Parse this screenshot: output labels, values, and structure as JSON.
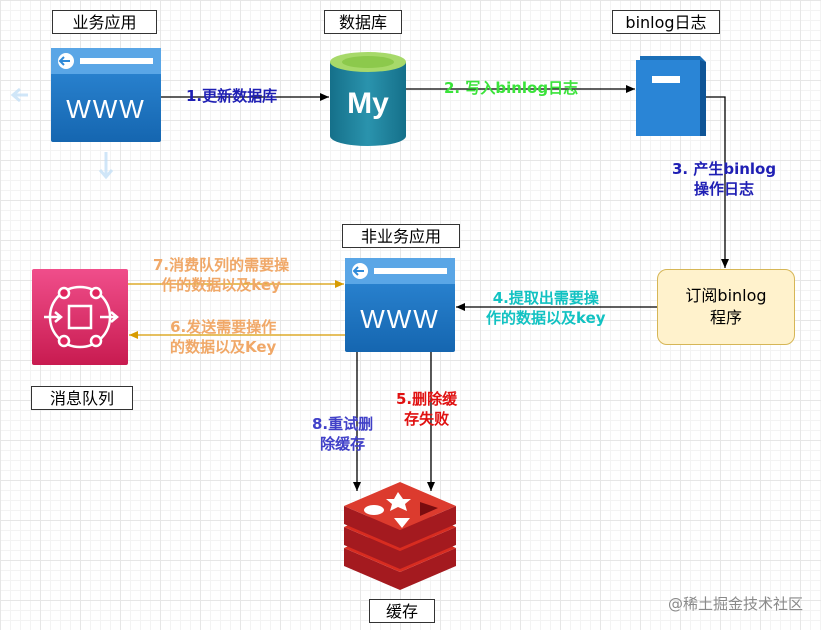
{
  "nodes": {
    "business_app": {
      "label": "业务应用",
      "icon": "www-browser-icon",
      "text": "WWW"
    },
    "database": {
      "label": "数据库",
      "icon": "mysql-icon",
      "text": "My"
    },
    "binlog": {
      "label": "binlog日志",
      "icon": "book-icon"
    },
    "subscriber": {
      "label_line1": "订阅binlog",
      "label_line2": "程序"
    },
    "non_business_app": {
      "label": "非业务应用",
      "icon": "www-browser-icon",
      "text": "WWW"
    },
    "message_queue": {
      "label": "消息队列",
      "icon": "message-queue-icon"
    },
    "cache": {
      "label": "缓存",
      "icon": "redis-icon"
    }
  },
  "edges": {
    "e1": {
      "line1": "1.更新数据库",
      "color": "#1f1fb4"
    },
    "e2": {
      "line1": "2. 写入binlog日志",
      "color": "#3ae33a"
    },
    "e3": {
      "line1": "3. 产生binlog",
      "line2": "操作日志",
      "color": "#1f1fb4"
    },
    "e4": {
      "line1": "4.提取出需要操",
      "line2": "作的数据以及key",
      "color": "#12c2c2"
    },
    "e5": {
      "line1": "5.删除缓",
      "line2": "存失败",
      "color": "#e01010"
    },
    "e6": {
      "line1": "6.发送需要操作",
      "line2": "的数据以及Key",
      "color": "#f0a868"
    },
    "e7": {
      "line1": "7.消费队列的需要操",
      "line2": "作的数据以及key",
      "color": "#f0a868"
    },
    "e8": {
      "line1": "8.重试删",
      "line2": "除缓存",
      "color": "#4040c8"
    }
  },
  "colors": {
    "browser_blue": "#1f77c8",
    "mysql_teal": "#1e7c96",
    "queue_pink": "#e0245e",
    "redis_red": "#c61f25",
    "book_blue": "#1b6fb8",
    "arrow_orange": "#d79b00"
  },
  "watermark": "@稀土掘金技术社区"
}
